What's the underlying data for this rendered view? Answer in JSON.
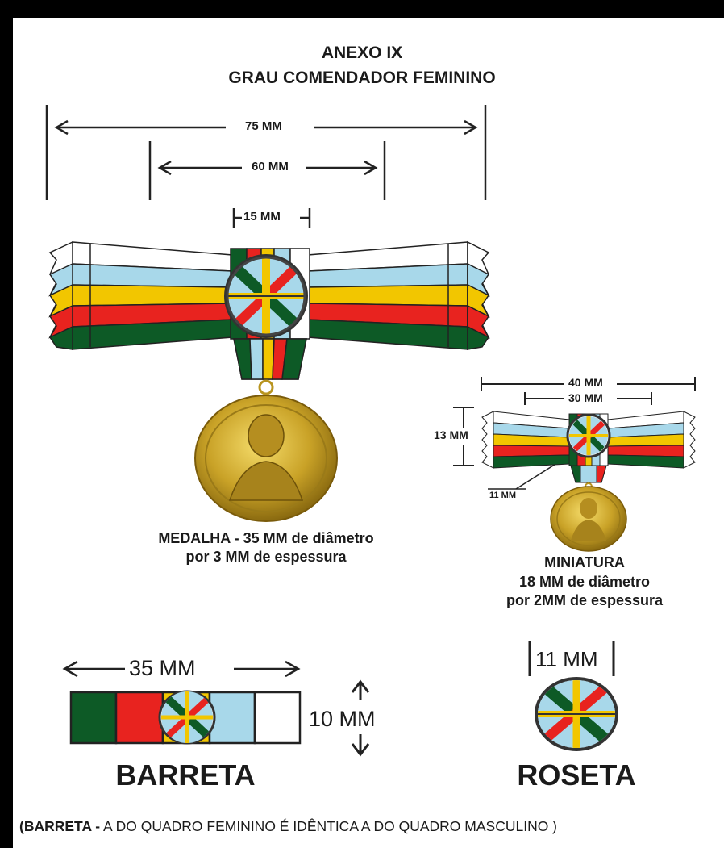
{
  "title": {
    "line1": "ANEXO IX",
    "line2": "GRAU COMENDADOR FEMININO"
  },
  "main_ribbon": {
    "width_75": "75 MM",
    "width_60": "60 MM",
    "width_15": "15 MM",
    "stripe_colors": [
      "#ffffff",
      "#a8d8ea",
      "#f2c600",
      "#e8231f",
      "#0d5a26"
    ]
  },
  "medal": {
    "caption_line1": "MEDALHA - 35 MM de diâmetro",
    "caption_line2": "por 3 MM de espessura",
    "gold": "#c9a227"
  },
  "miniature": {
    "width_40": "40 MM",
    "width_30": "30 MM",
    "height_13": "13 MM",
    "width_11": "11 MM",
    "caption_title": "MINIATURA",
    "caption_line1": "18 MM de diâmetro",
    "caption_line2": "por 2MM de espessura"
  },
  "barreta": {
    "width": "35 MM",
    "height": "10 MM",
    "label": "BARRETA",
    "colors": [
      "#0d5a26",
      "#e8231f",
      "#f2c600",
      "#a8d8ea",
      "#ffffff"
    ]
  },
  "roseta": {
    "width": "11 MM",
    "label": "ROSETA"
  },
  "footnote": {
    "bold_part": "(BARRETA -",
    "rest": " A DO QUADRO FEMININO É IDÊNTICA A DO QUADRO MASCULINO )"
  }
}
